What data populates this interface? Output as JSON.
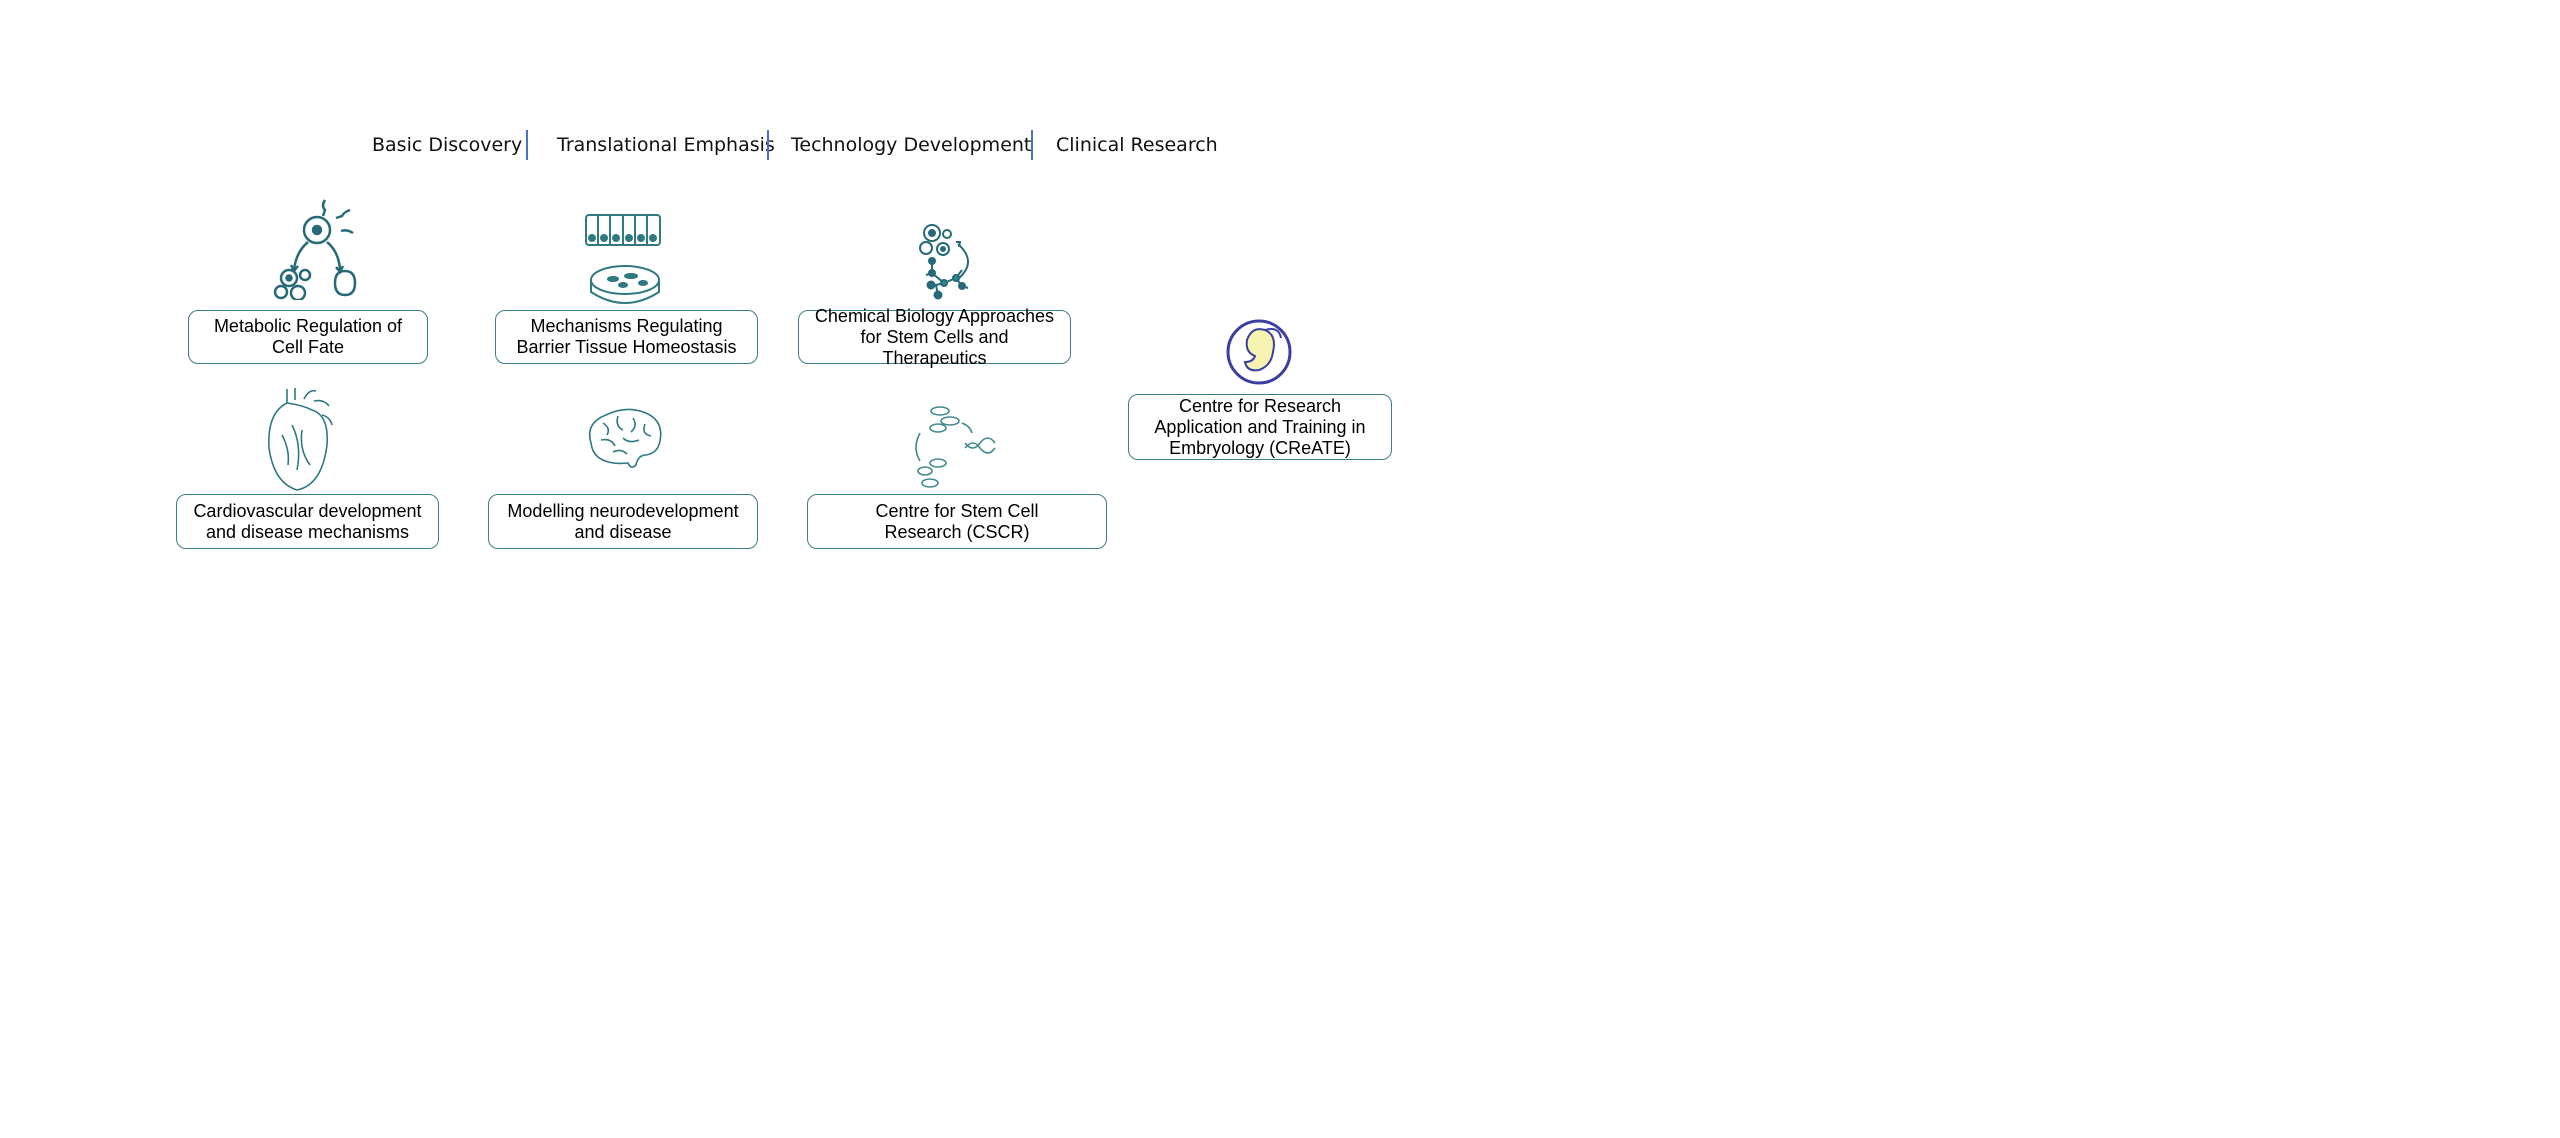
{
  "categories": [
    "Basic Discovery",
    "Translational Emphasis",
    "Technology Development",
    "Clinical Research"
  ],
  "programs": [
    {
      "label": "Metabolic Regulation of Cell Fate",
      "icon": "cell-differentiation-icon"
    },
    {
      "label": "Mechanisms Regulating Barrier Tissue Homeostasis",
      "icon": "epithelium-petri-dish-icon"
    },
    {
      "label": "Chemical Biology Approaches for Stem Cells and Therapeutics",
      "icon": "molecule-cells-icon"
    },
    {
      "label": "Cardiovascular development and disease mechanisms",
      "icon": "heart-icon"
    },
    {
      "label": "Modelling neurodevelopment and disease",
      "icon": "brain-icon"
    },
    {
      "label": "Centre for Stem Cell Research (CSCR)",
      "icon": "cells-dna-icon"
    },
    {
      "label": "Centre for Research Application and Training in Embryology (CReATE)",
      "icon": "embryo-icon"
    }
  ],
  "colors": {
    "teal": "#2f7a80",
    "dark_teal": "#1f5668",
    "separator": "#4a72c8",
    "embryo_fill": "#f7f3b0",
    "embryo_ring": "#3a3fa0"
  }
}
